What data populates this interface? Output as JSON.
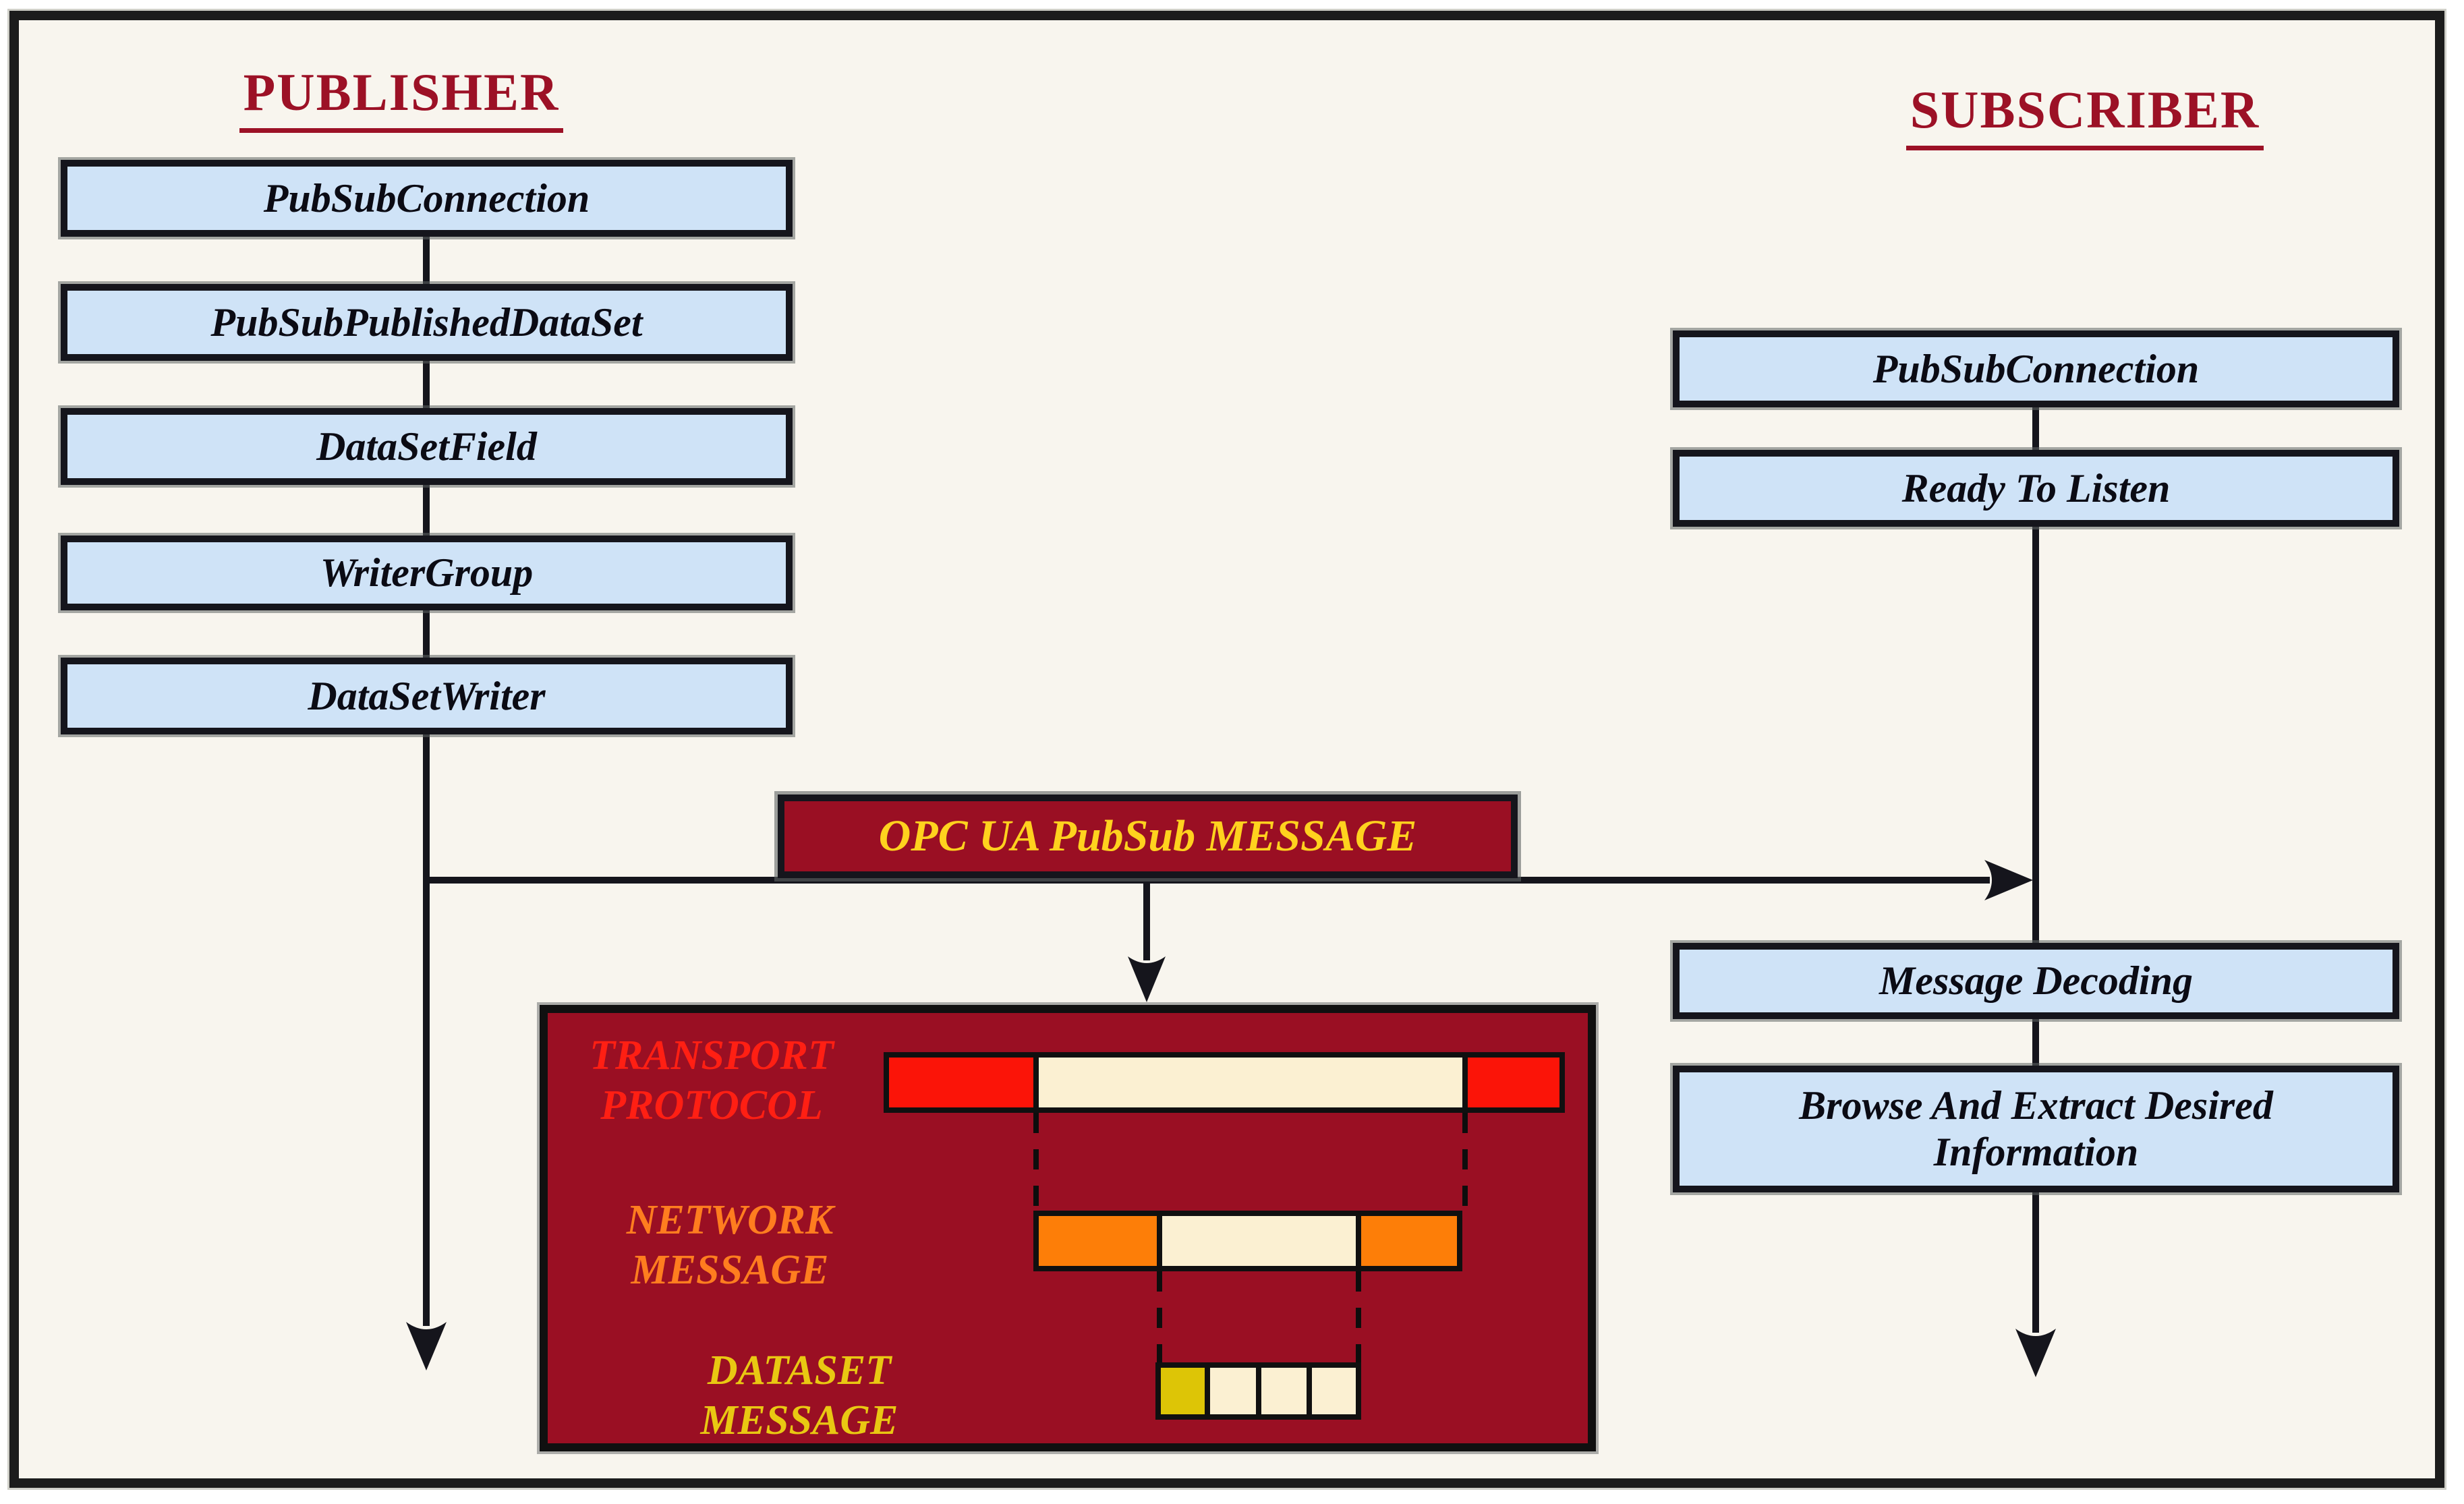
{
  "publisher": {
    "title": "PUBLISHER",
    "nodes": [
      "PubSubConnection",
      "PubSubPublishedDataSet",
      "DataSetField",
      "WriterGroup",
      "DataSetWriter"
    ]
  },
  "subscriber": {
    "title": "SUBSCRIBER",
    "nodes_pre": [
      "PubSubConnection",
      "Ready To Listen"
    ],
    "nodes_post": [
      "Message Decoding",
      "Browse And Extract Desired Information"
    ]
  },
  "message_flow": {
    "label": "OPC UA PubSub MESSAGE"
  },
  "encapsulation": {
    "layers": [
      {
        "name": "TRANSPORT PROTOCOL"
      },
      {
        "name": "NETWORK MESSAGE"
      },
      {
        "name": "DATASET MESSAGE"
      }
    ]
  },
  "colors": {
    "frame_bg": "#f8f5ee",
    "maroon": "#9a0f23",
    "bright_red": "#fb1408",
    "orange": "#fd7e08",
    "cream": "#fbf0d2",
    "gold_cell": "#ddc506",
    "light_blue": "#cfe3f7",
    "title_red": "#9c1126",
    "label_yellow": "#ffd21e",
    "transport_red": "#ff1f13",
    "network_orange": "#ff7d1f",
    "dataset_gold": "#e9c812"
  }
}
